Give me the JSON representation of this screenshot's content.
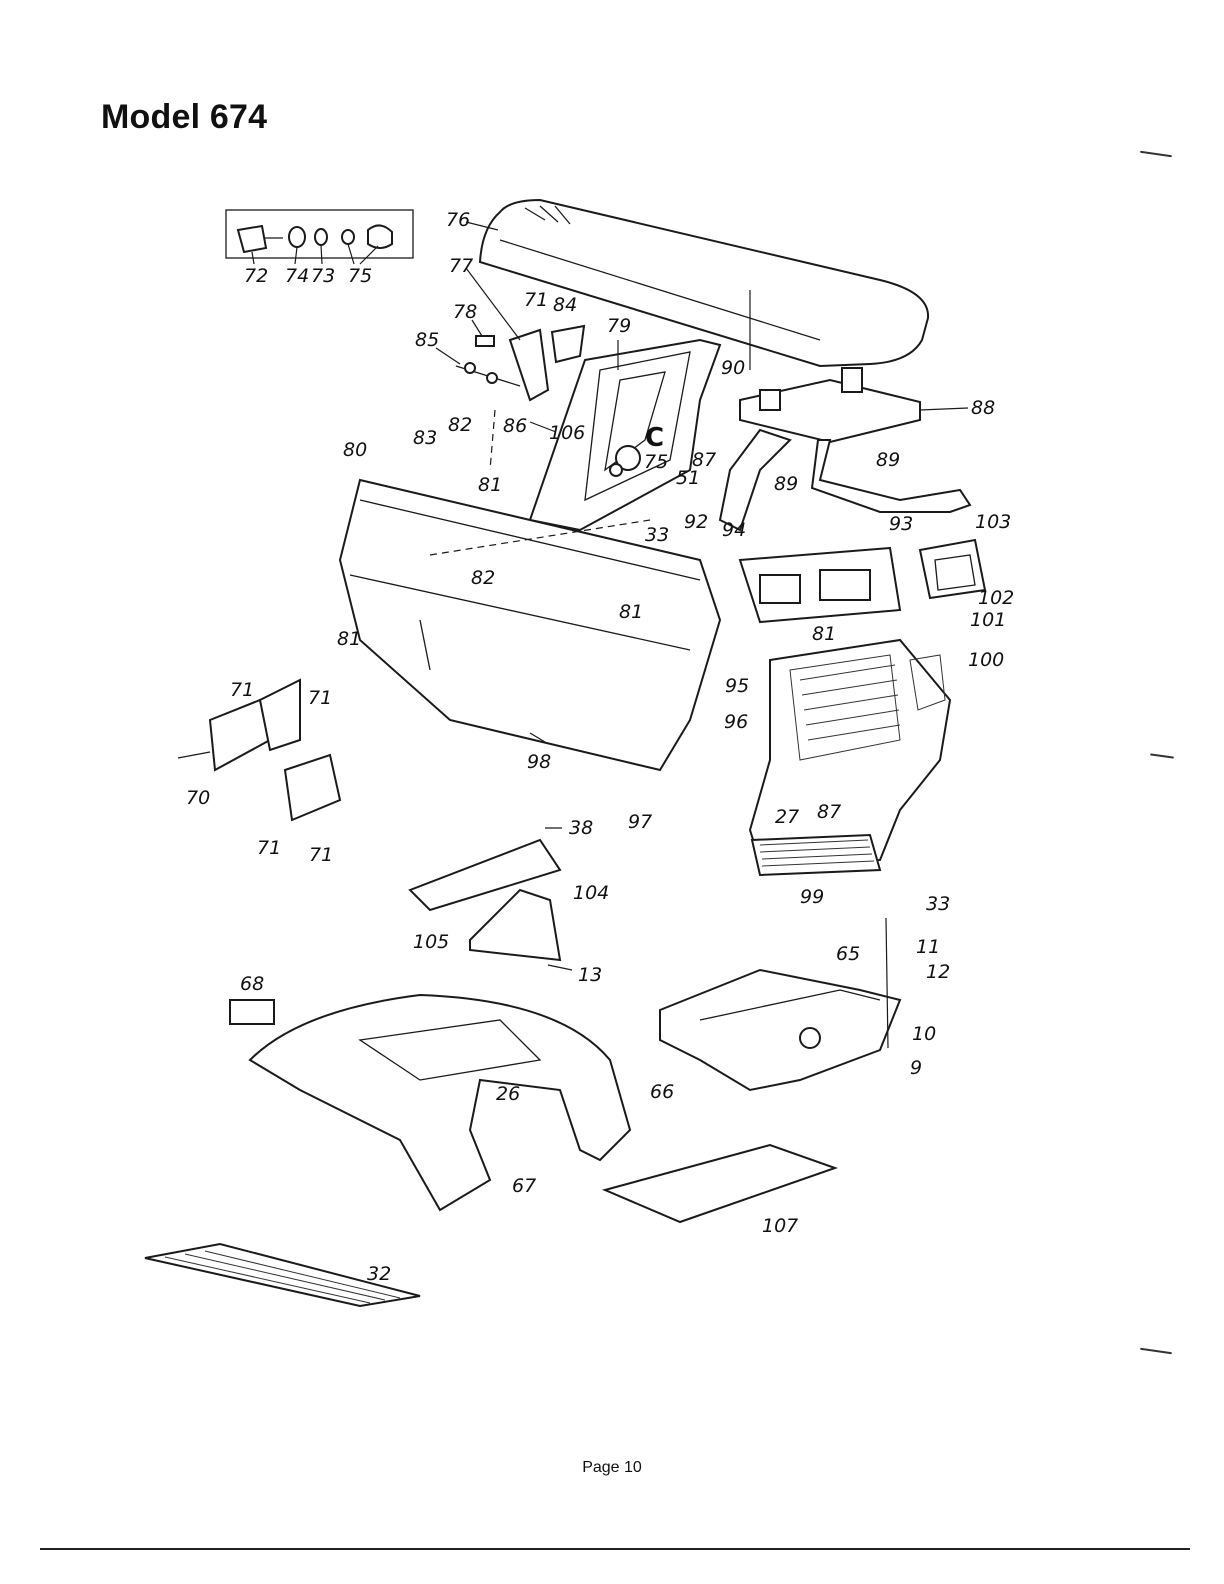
{
  "page": {
    "title": "Model 674",
    "footer": "Page 10"
  },
  "callouts": [
    "72",
    "74",
    "73",
    "75",
    "76",
    "77",
    "71",
    "84",
    "78",
    "79",
    "85",
    "80",
    "83",
    "82",
    "86",
    "106",
    "C",
    "75",
    "51",
    "81",
    "87",
    "90",
    "88",
    "89",
    "89",
    "33",
    "92",
    "94",
    "93",
    "103",
    "82",
    "81",
    "81",
    "102",
    "101",
    "81",
    "100",
    "95",
    "71",
    "71",
    "96",
    "70",
    "98",
    "97",
    "27",
    "87",
    "71",
    "71",
    "99",
    "38",
    "104",
    "105",
    "13",
    "33",
    "11",
    "12",
    "65",
    "10",
    "9",
    "68",
    "26",
    "66",
    "67",
    "107",
    "32"
  ]
}
